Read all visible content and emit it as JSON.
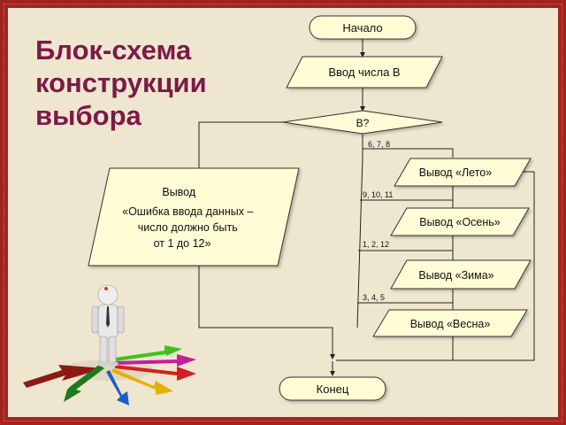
{
  "title": {
    "lines": [
      "Блок-схема",
      "конструкции",
      "выбора"
    ]
  },
  "flowchart": {
    "start": "Начало",
    "input": "Ввод числа В",
    "decision": "В?",
    "branches": [
      {
        "condition": "6, 7, 8",
        "output": "Вывод «Лето»"
      },
      {
        "condition": "9, 10, 11",
        "output": "Вывод «Осень»"
      },
      {
        "condition": "1, 2, 12",
        "output": "Вывод «Зима»"
      },
      {
        "condition": "3, 4, 5",
        "output": "Вывод «Весна»"
      }
    ],
    "error_output": [
      "Вывод",
      "«Ошибка ввода данных –",
      "число должно быть",
      "от 1 до 12»"
    ],
    "end": "Конец"
  },
  "colors": {
    "frame": "#a3241f",
    "background": "#efe6cf",
    "shape_fill": "#fefdd6",
    "title": "#7c1a46"
  },
  "illustration": {
    "description_icon": "person-with-arrows-icon"
  }
}
